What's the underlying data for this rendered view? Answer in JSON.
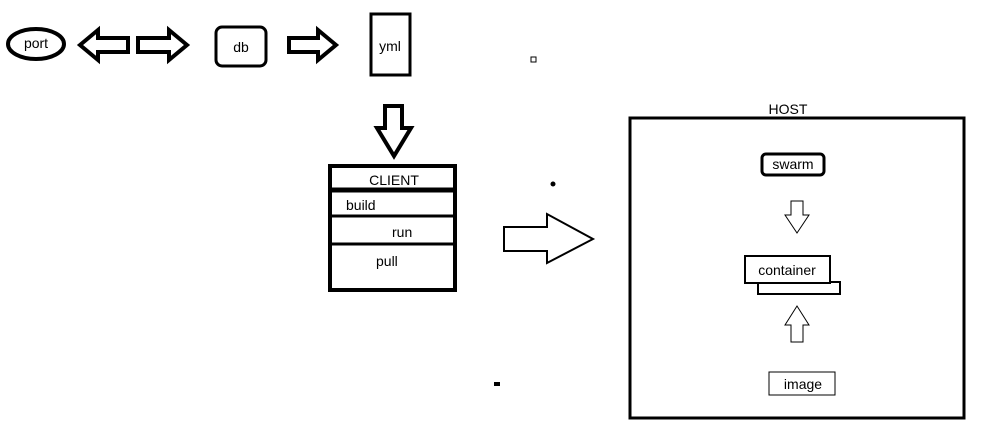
{
  "top_row": {
    "port_label": "port",
    "db_label": "db",
    "yml_label": "yml"
  },
  "client": {
    "title": "CLIENT",
    "commands": [
      "build",
      "run",
      "pull"
    ]
  },
  "host": {
    "title": "HOST",
    "swarm_label": "swarm",
    "container_label": "container",
    "image_label": "image"
  },
  "colors": {
    "stroke": "#000000",
    "fill": "#ffffff"
  }
}
